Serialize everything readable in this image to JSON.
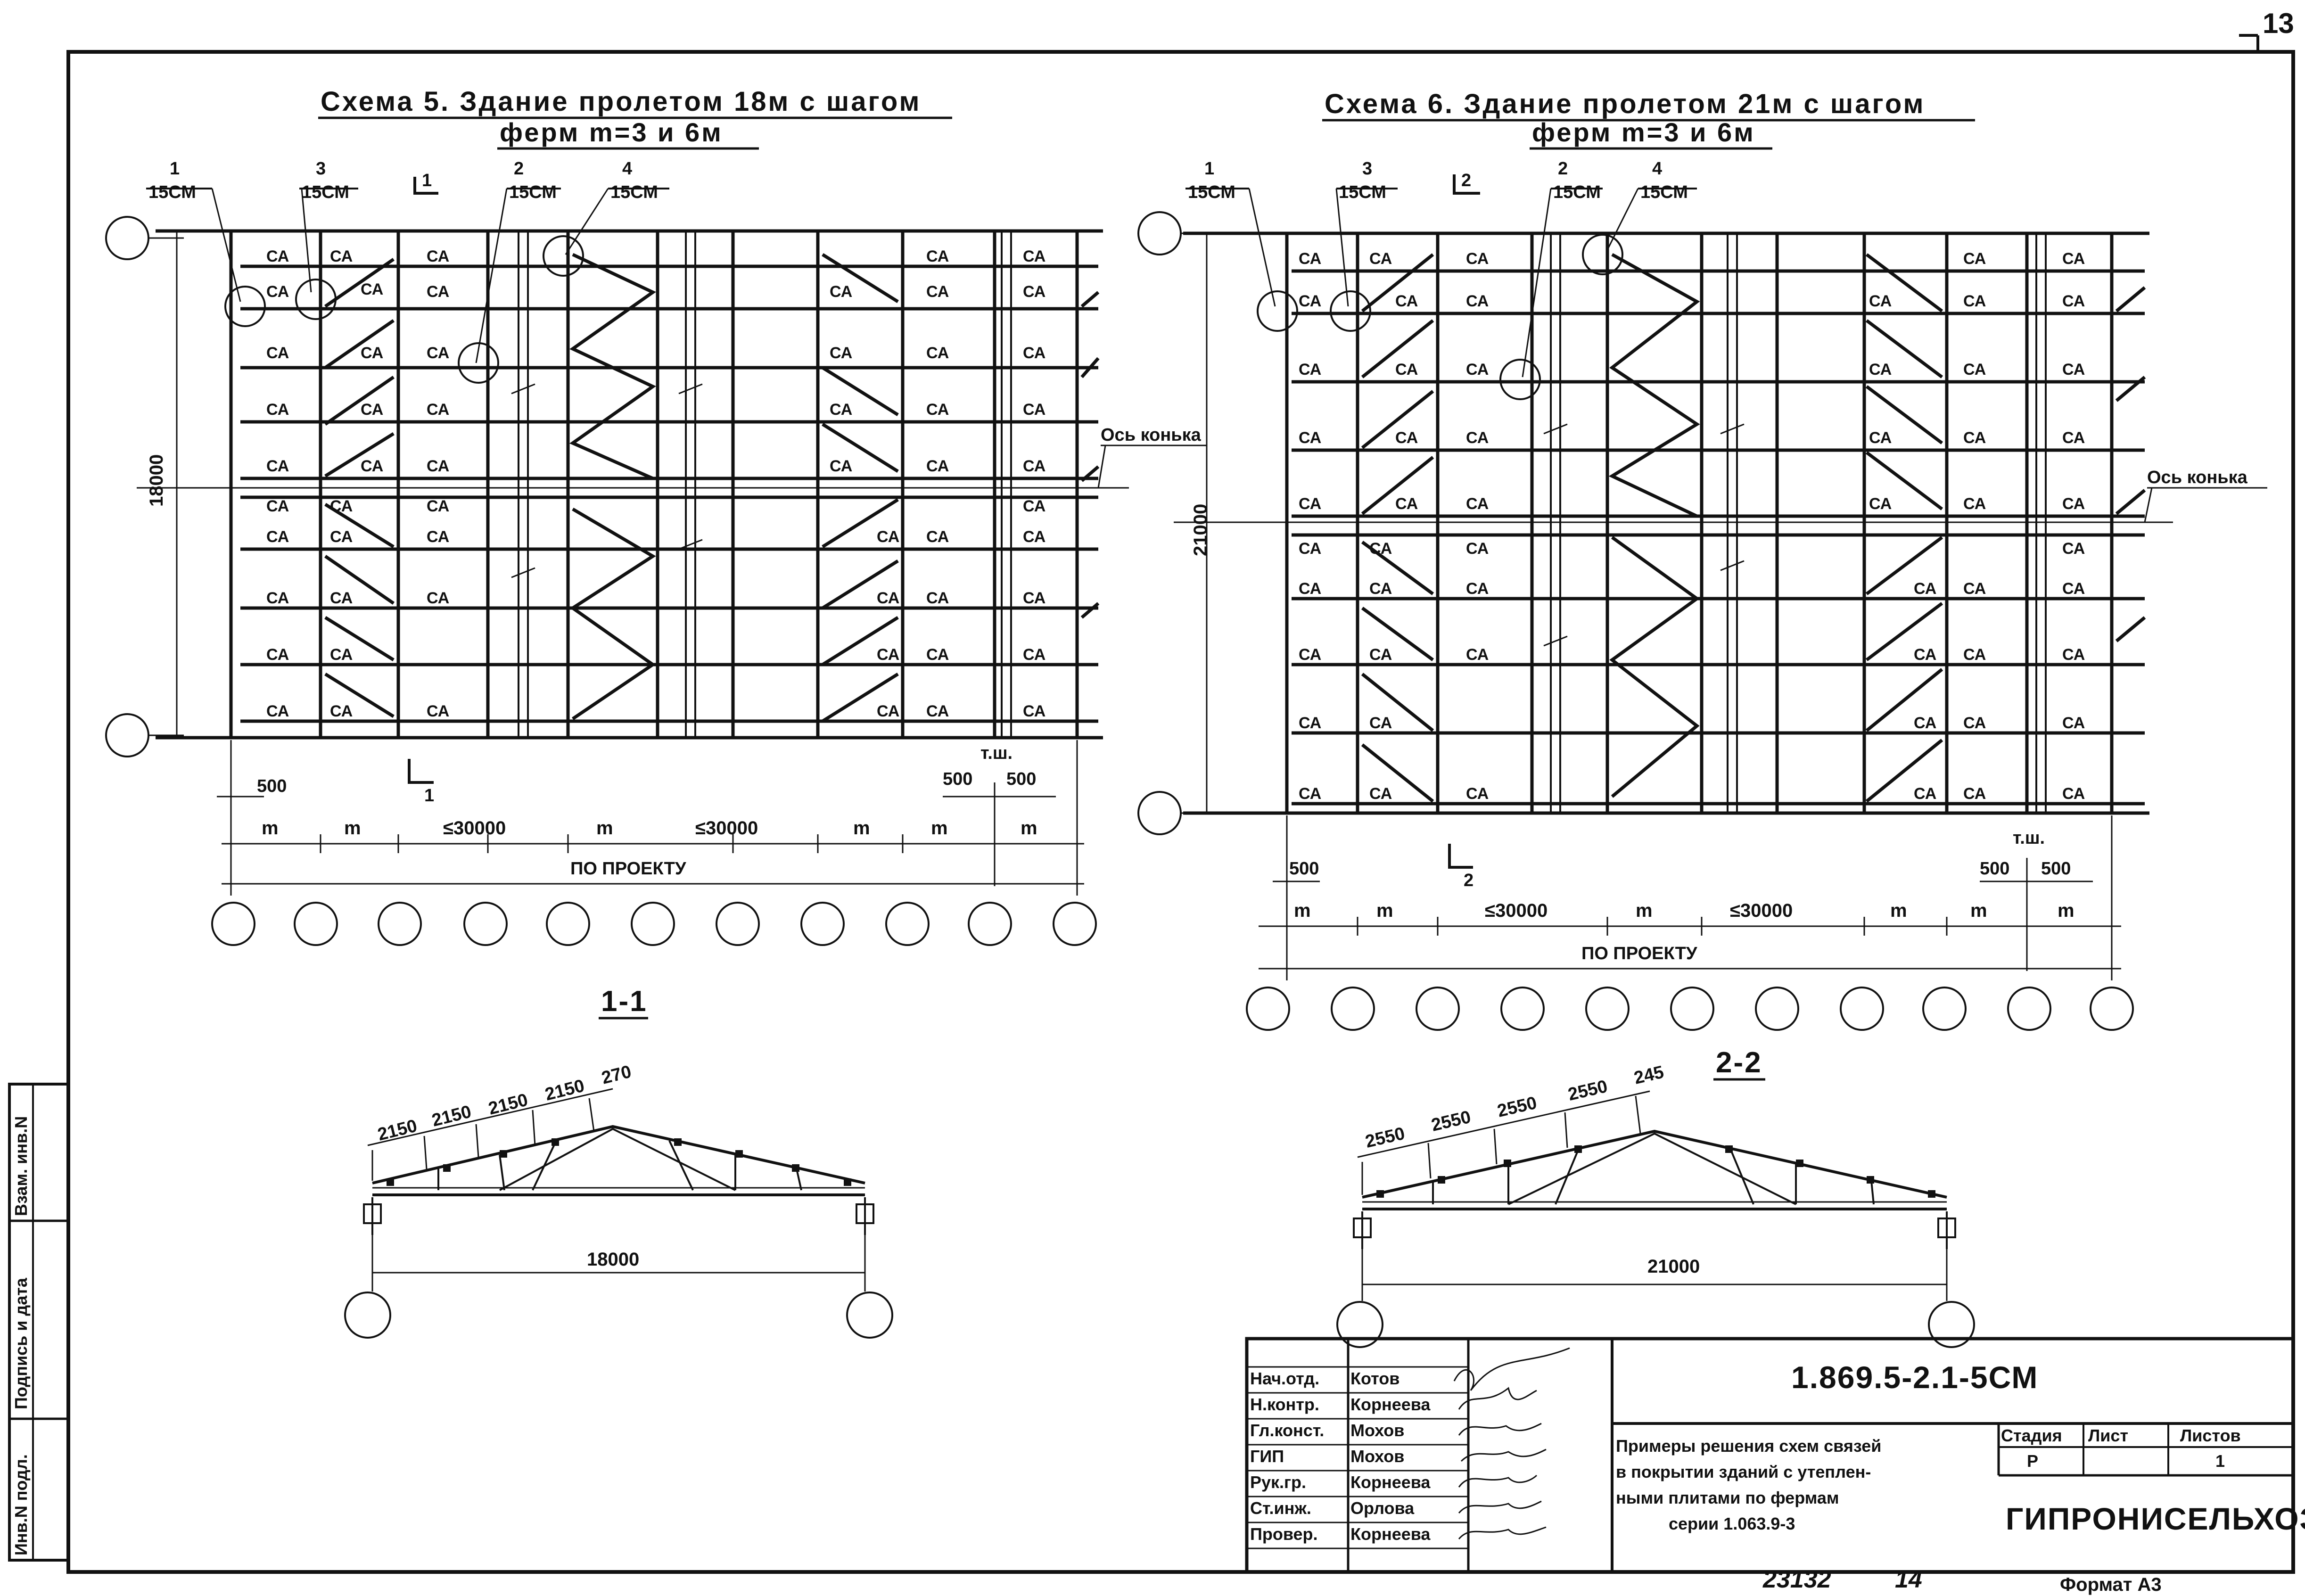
{
  "page_number": "13",
  "scheme5": {
    "title": "Схема 5.  Здание пролетом 18м с шагом",
    "subtitle": "ферм  m=3 и 6м",
    "callouts": [
      {
        "num": "1",
        "code": "15СМ"
      },
      {
        "num": "3",
        "code": "15СМ"
      },
      {
        "num": "2",
        "code": "15СМ"
      },
      {
        "num": "4",
        "code": "15СМ"
      }
    ],
    "section_marker": "1",
    "ridge_label": "Ось конька",
    "span_dim": "18000",
    "brace_label": "СА",
    "offset_dims": [
      "500",
      "500",
      "500"
    ],
    "ts_label": "т.ш.",
    "bay_dims": [
      "m",
      "m",
      "≤30000",
      "m",
      "≤30000",
      "m",
      "m",
      "m"
    ],
    "project_label": "ПО ПРОЕКТУ"
  },
  "scheme6": {
    "title": "Схема 6.  Здание пролетом 21м с шагом",
    "subtitle": "ферм  m=3 и 6м",
    "callouts": [
      {
        "num": "1",
        "code": "15СМ"
      },
      {
        "num": "3",
        "code": "15СМ"
      },
      {
        "num": "2",
        "code": "15СМ"
      },
      {
        "num": "4",
        "code": "15СМ"
      }
    ],
    "section_marker": "2",
    "ridge_label": "Ось конька",
    "span_dim": "21000",
    "brace_label": "СА",
    "offset_dims": [
      "500",
      "500",
      "500"
    ],
    "ts_label": "т.ш.",
    "bay_dims": [
      "m",
      "m",
      "≤30000",
      "m",
      "≤30000",
      "m",
      "m",
      "m"
    ],
    "project_label": "ПО ПРОЕКТУ"
  },
  "section1": {
    "title": "1-1",
    "panel_dims": [
      "2150",
      "2150",
      "2150",
      "2150",
      "270"
    ],
    "span": "18000"
  },
  "section2": {
    "title": "2-2",
    "panel_dims": [
      "2550",
      "2550",
      "2550",
      "2550",
      "245"
    ],
    "span": "21000"
  },
  "side_stamp": [
    "Инв.N подл.",
    "Подпись и дата",
    "Взам. инв.N"
  ],
  "title_block": {
    "roles": [
      {
        "role": "Нач.отд.",
        "name": "Котов"
      },
      {
        "role": "Н.контр.",
        "name": "Корнеева"
      },
      {
        "role": "Гл.конст.",
        "name": "Мохов"
      },
      {
        "role": "ГИП",
        "name": "Мохов"
      },
      {
        "role": "Рук.гр.",
        "name": "Корнеева"
      },
      {
        "role": "Ст.инж.",
        "name": "Орлова"
      },
      {
        "role": "Провер.",
        "name": "Корнеева"
      }
    ],
    "doc_code": "1.869.5-2.1-5СМ",
    "description": [
      "Примеры решения схем связей",
      "в покрытии зданий с утеплен-",
      "ными плитами по фермам",
      "серии 1.063.9-3"
    ],
    "stage_header": "Стадия",
    "sheet_header": "Лист",
    "sheets_header": "Листов",
    "stage": "Р",
    "sheet": "",
    "sheets": "1",
    "organization": "ГИПРОНИСЕЛЬХОЗ"
  },
  "footer": {
    "inv_number": "23132",
    "page": "14",
    "format": "Формат А3"
  }
}
